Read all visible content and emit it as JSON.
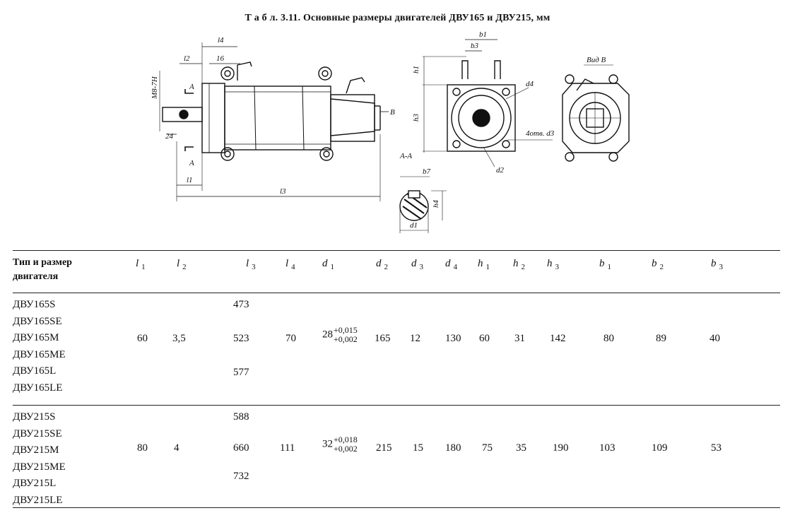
{
  "caption": "Т а б л. 3.11. Основные размеры двигателей ДВУ165 и ДВУ215, мм",
  "drawing_labels": {
    "l4": "l4",
    "l2": "l2",
    "dim16": "16",
    "thread": "M8-7H",
    "sectionA_top": "A",
    "sectionA_bottom": "A",
    "dim24": "24",
    "l1": "l1",
    "l3": "l3",
    "viewB_arrow": "B",
    "b1": "b1",
    "b3": "b3",
    "h1": "h1",
    "h3": "h3",
    "d4": "d4",
    "holes": "4отв. d3",
    "d2": "d2",
    "viewB": "Вид В",
    "sectionAA": "A-A",
    "b7": "b7",
    "h4": "h4",
    "d1": "d1"
  },
  "table": {
    "header_type": "Тип и размер двигателя",
    "columns": [
      {
        "sym": "l",
        "sub": "1"
      },
      {
        "sym": "l",
        "sub": "2"
      },
      {
        "sym": "l",
        "sub": "3"
      },
      {
        "sym": "l",
        "sub": "4"
      },
      {
        "sym": "d",
        "sub": "1"
      },
      {
        "sym": "d",
        "sub": "2"
      },
      {
        "sym": "d",
        "sub": "3"
      },
      {
        "sym": "d",
        "sub": "4"
      },
      {
        "sym": "h",
        "sub": "1"
      },
      {
        "sym": "h",
        "sub": "2"
      },
      {
        "sym": "h",
        "sub": "3"
      },
      {
        "sym": "b",
        "sub": "1"
      },
      {
        "sym": "b",
        "sub": "2"
      },
      {
        "sym": "b",
        "sub": "3"
      }
    ],
    "groups": [
      {
        "names": [
          "ДВУ165S",
          "ДВУ165SE",
          "ДВУ165M",
          "ДВУ165ME",
          "ДВУ165L",
          "ДВУ165LE"
        ],
        "l3": [
          "473",
          "523",
          "577"
        ],
        "l1": "60",
        "l2": "3,5",
        "l4": "70",
        "d1_nom": "28",
        "d1_up": "+0,015",
        "d1_lo": "+0,002",
        "d2": "165",
        "d3": "12",
        "d4": "130",
        "h1": "60",
        "h2": "31",
        "h3": "142",
        "b1": "80",
        "b2": "89",
        "b3": "40"
      },
      {
        "names": [
          "ДВУ215S",
          "ДВУ215SE",
          "ДВУ215M",
          "ДВУ215ME",
          "ДВУ215L",
          "ДВУ215LE"
        ],
        "l3": [
          "588",
          "660",
          "732"
        ],
        "l1": "80",
        "l2": "4",
        "l4": "111",
        "d1_nom": "32",
        "d1_up": "+0,018",
        "d1_lo": "+0,002",
        "d2": "215",
        "d3": "15",
        "d4": "180",
        "h1": "75",
        "h2": "35",
        "h3": "190",
        "b1": "103",
        "b2": "109",
        "b3": "53"
      }
    ]
  }
}
